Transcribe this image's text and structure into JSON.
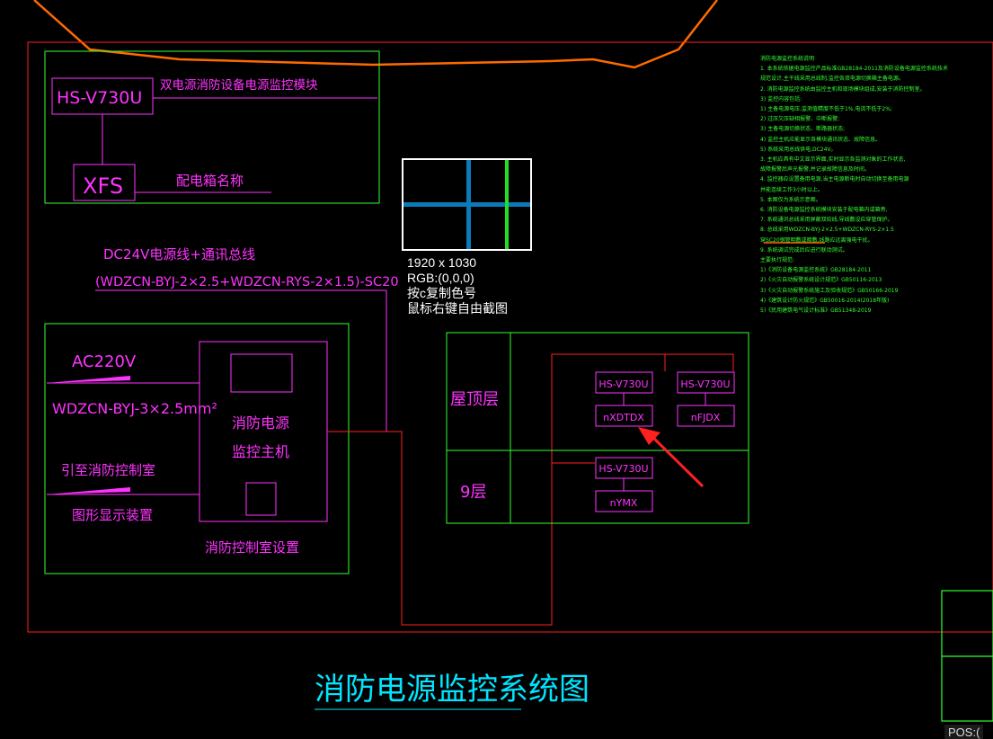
{
  "module_legend": {
    "monitor_module_code": "HS-V730U",
    "monitor_module_desc": "双电源消防设备电源监控模块",
    "box_code": "XFS",
    "box_desc": "配电箱名称"
  },
  "bus": {
    "line1": "DC24V电源线+通讯总线",
    "line2": "(WDZCN-BYJ-2×2.5+WDZCN-RYS-2×1.5)-SC20"
  },
  "control_room": {
    "power_in": "AC220V",
    "power_cable": "WDZCN-BYJ-3×2.5mm²",
    "to_fire_control_room": "引至消防控制室",
    "graphic_display": "图形显示装置",
    "host_line1": "消防电源",
    "host_line2": "监控主机",
    "room_label": "消防控制室设置"
  },
  "floors": {
    "roof_label": "屋顶层",
    "floor9_label": "9层",
    "roof_module_1": "HS-V730U",
    "roof_box_1": "nXDTDX",
    "roof_module_2": "HS-V730U",
    "roof_box_2": "nFJDX",
    "f9_module": "HS-V730U",
    "f9_box": "nYMX"
  },
  "title": "消防电源监控系统图",
  "magnifier": {
    "resolution": "1920 x 1030",
    "rgb": "RGB:(0,0,0)",
    "hint_copy": "按c复制色号",
    "hint_capture": "鼠标右键自由截图"
  },
  "notes": [
    "消防电源监控系统说明",
    "1. 本系统依据电源监控产品标准GB28184-2011及消防设备电源监控系统技术",
    "规范设计,主干线采用总线制,监控各双电源切换箱主备电源。",
    "2. 消防电源监控系统由监控主机和现场模块组成,安装于消防控制室。",
    "3) 监控内容包括:",
    "1) 主备电源电压,监测值精度不低于1%,电流不低于2%;",
    "2) 过压欠压缺相报警、中断报警;",
    "3) 主备电源切换状态、断路器状态;",
    "4) 监控主机应能显示各模块通讯状态、故障信息。",
    "5) 系统采用总线供电,DC24V。",
    "3. 主机应具有中文显示界面,实时显示各监测对象的工作状态,",
    "故障报警后声光报警,并记录故障信息及时间。",
    "4. 监控器应设置备用电源,当主电源断电时自动切换至备用电源",
    "并能连续工作3小时以上。",
    "5. 本图仅为系统示意图。",
    "6. 消防设备电源监控系统模块安装于配电箱内或箱旁,",
    "7. 系统通讯总线采用屏蔽双绞线,导线敷设应穿管保护。",
    "8. 总线采用WDZCN-BYJ-2×2.5+WDZCN-RYS-2×1.5",
    "穿SC20钢管明敷或暗敷,线路应远离强电干扰。",
    "9. 系统调试完成后应进行联动测试。",
    "主要执行规范:",
    "1)《消防设备电源监控系统》GB28184-2011",
    "2)《火灾自动报警系统设计规范》GB50116-2013",
    "3)《火灾自动报警系统施工及验收规范》GB50166-2019",
    "4)《建筑设计防火规范》GB50016-2014(2018年版)",
    "5)《民用建筑电气设计标准》GB51348-2019"
  ],
  "status": {
    "pos": "POS:("
  }
}
